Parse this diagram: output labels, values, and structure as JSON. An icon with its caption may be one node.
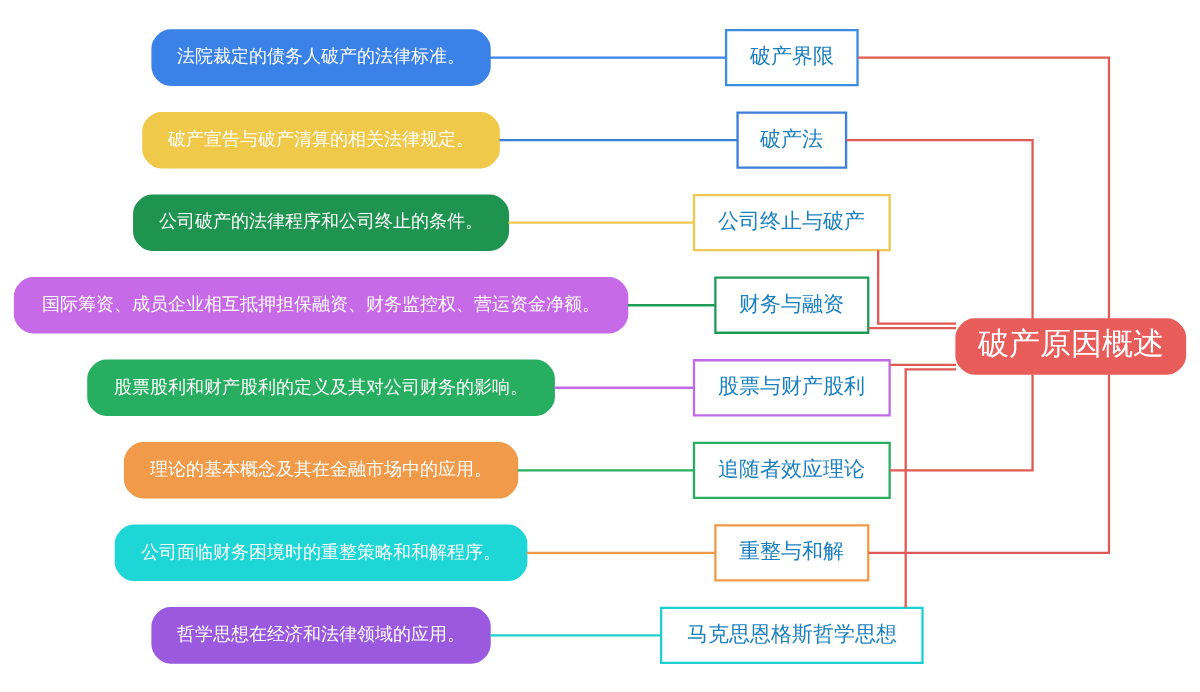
{
  "diagram": {
    "nodes": [
      {
        "text": [
          "破产原因概述"
        ]
      },
      {
        "text": [
          "破产界限"
        ]
      },
      {
        "text": [
          "法院裁定的债务人破产的法律标准。"
        ]
      },
      {
        "text": [
          "破产法"
        ]
      },
      {
        "text": [
          "破产宣告与破产清算的相关法律规定。"
        ]
      },
      {
        "text": [
          "公司终止与破产"
        ]
      },
      {
        "text": [
          "公司破产的法律程序和公司终止的条件。"
        ]
      },
      {
        "text": [
          "财务与融资"
        ]
      },
      {
        "text": [
          "国际筹资、成员企业相互抵押担保融资、财务监控权、营运资金净额。"
        ]
      },
      {
        "text": [
          "股票与财产股利"
        ]
      },
      {
        "text": [
          "股票股利和财产股利的定义及其对公司财务的影响。"
        ]
      },
      {
        "text": [
          "追随者效应理论"
        ]
      },
      {
        "text": [
          "理论的基本概念及其在金融市场中的应用。"
        ]
      },
      {
        "text": [
          "重整与和解"
        ]
      },
      {
        "text": [
          "公司面临财务困境时的重整策略和和解程序。"
        ]
      },
      {
        "text": [
          "马克思恩格斯哲学思想"
        ]
      },
      {
        "text": [
          "哲学思想在经济和法律领域的应用。"
        ]
      }
    ],
    "edges": [
      {
        "from": 0,
        "to": 1,
        "arrow": "none"
      },
      {
        "from": 1,
        "to": 2,
        "arrow": "none",
        "color": "#3b82e8"
      },
      {
        "from": 0,
        "to": 3,
        "arrow": "none"
      },
      {
        "from": 3,
        "to": 4,
        "arrow": "none",
        "color": "#3b7fd8"
      },
      {
        "from": 0,
        "to": 5,
        "arrow": "none"
      },
      {
        "from": 5,
        "to": 6,
        "arrow": "none",
        "color": "#f0c850"
      },
      {
        "from": 0,
        "to": 7,
        "arrow": "none"
      },
      {
        "from": 7,
        "to": 8,
        "arrow": "none",
        "color": "#1f9a57"
      },
      {
        "from": 0,
        "to": 9,
        "arrow": "none"
      },
      {
        "from": 9,
        "to": 10,
        "arrow": "none",
        "color": "#c06ae8"
      },
      {
        "from": 0,
        "to": 11,
        "arrow": "none"
      },
      {
        "from": 11,
        "to": 12,
        "arrow": "none",
        "color": "#27ae60"
      },
      {
        "from": 0,
        "to": 13,
        "arrow": "none"
      },
      {
        "from": 13,
        "to": 14,
        "arrow": "none",
        "color": "#f09a4a"
      },
      {
        "from": 0,
        "to": 15,
        "arrow": "none"
      },
      {
        "from": 15,
        "to": 16,
        "arrow": "none",
        "color": "#1ecfcf"
      }
    ]
  }
}
